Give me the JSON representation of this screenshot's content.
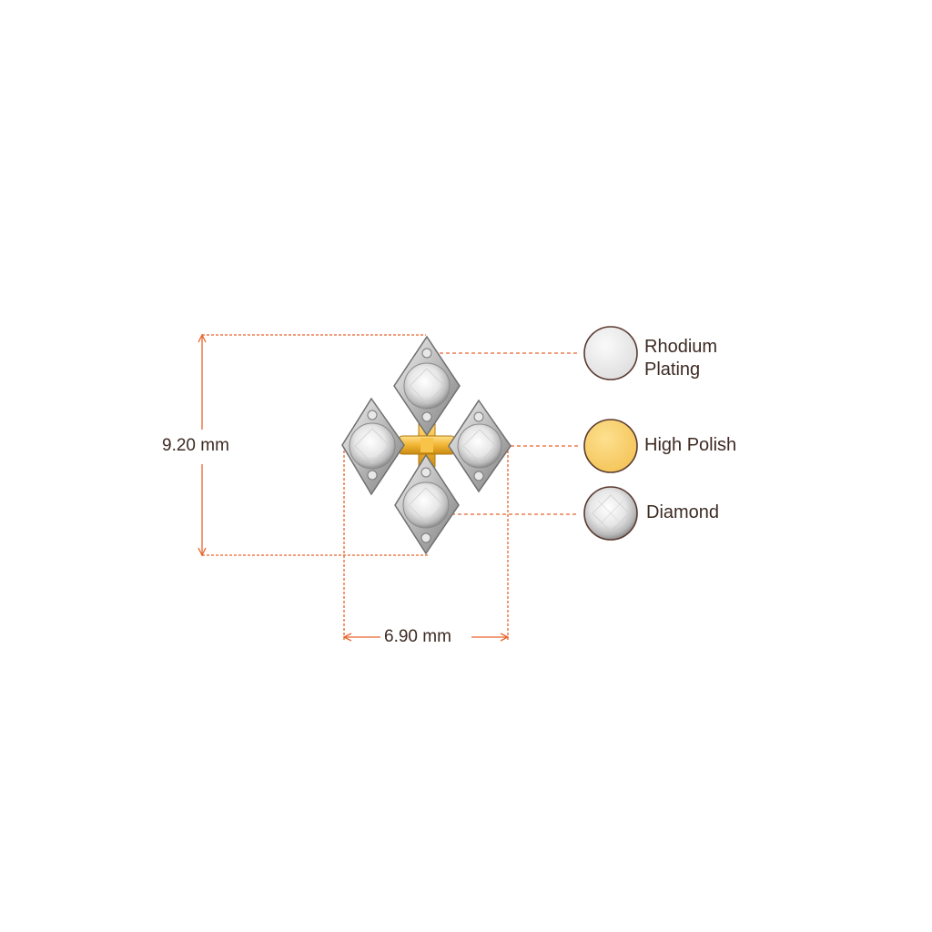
{
  "dimensions": {
    "height_label": "9.20 mm",
    "width_label": "6.90 mm"
  },
  "legend": {
    "rhodium": {
      "line1": "Rhodium",
      "line2": "Plating",
      "color": "#ececec"
    },
    "polish": {
      "label": "High Polish",
      "color": "#f9cf6a"
    },
    "diamond": {
      "label": "Diamond",
      "color": "#f2f2f2"
    }
  },
  "colors": {
    "dimension_line": "#e8652d",
    "text": "#3d2a22",
    "swatch_border": "#5a3a30",
    "metal_white": "#cfcfcf",
    "gold": "#f2b533"
  }
}
